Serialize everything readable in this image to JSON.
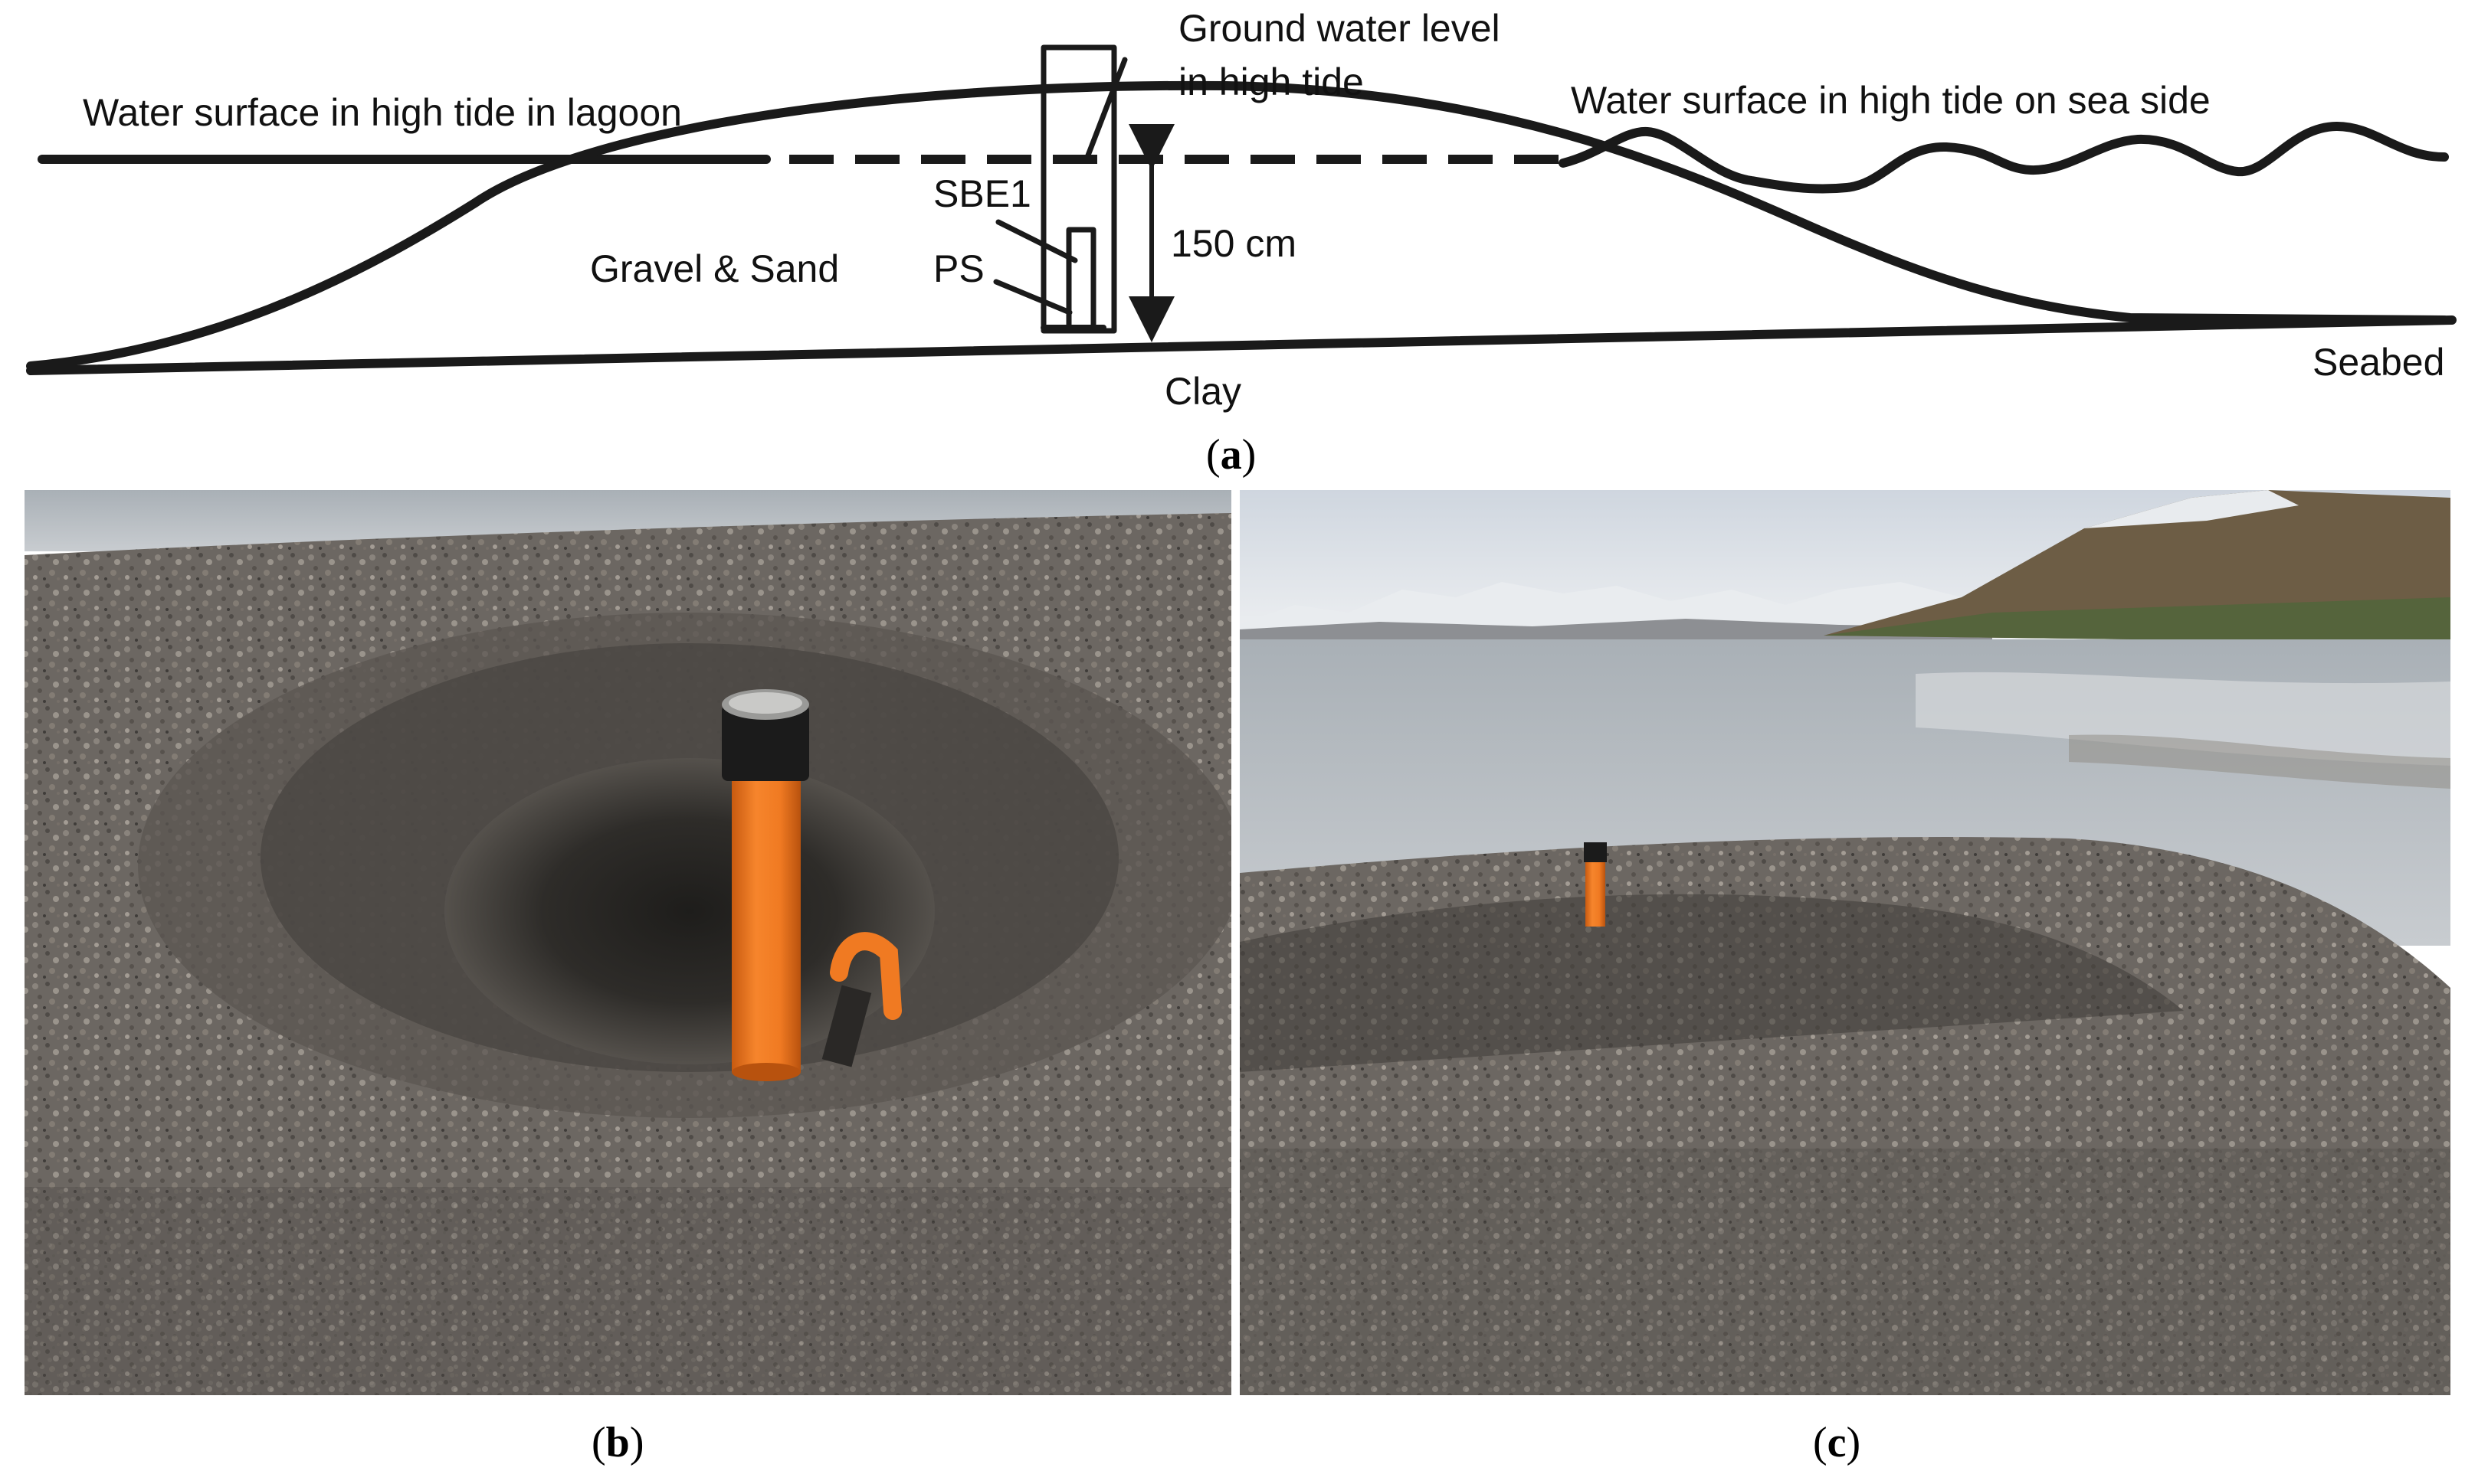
{
  "panel_a": {
    "caption_letter": "a",
    "labels": {
      "lagoon_water": "Water surface in high tide in lagoon",
      "groundwater_line1": "Ground water level",
      "groundwater_line2": "in high tide",
      "sea_water": "Water surface in high tide on sea side",
      "sbe1": "SBE1",
      "ps": "PS",
      "depth": "150 cm",
      "gravel_sand": "Gravel & Sand",
      "clay": "Clay",
      "seabed": "Seabed"
    }
  },
  "panel_b": {
    "caption_letter": "b",
    "photo_subject": "Orange observation pipe with black cap set in a dug pit in gravel, with an orange-handled shovel"
  },
  "panel_c": {
    "caption_letter": "c",
    "photo_subject": "Gravel barrier with the orange pipe, lagoon water and snow-capped mountains behind"
  },
  "colors": {
    "pipe": "#f07a22",
    "cap": "#1b1b1b",
    "gravel": "#6f6a65",
    "water": "#b9bec2",
    "sky": "#dfe3e8"
  }
}
